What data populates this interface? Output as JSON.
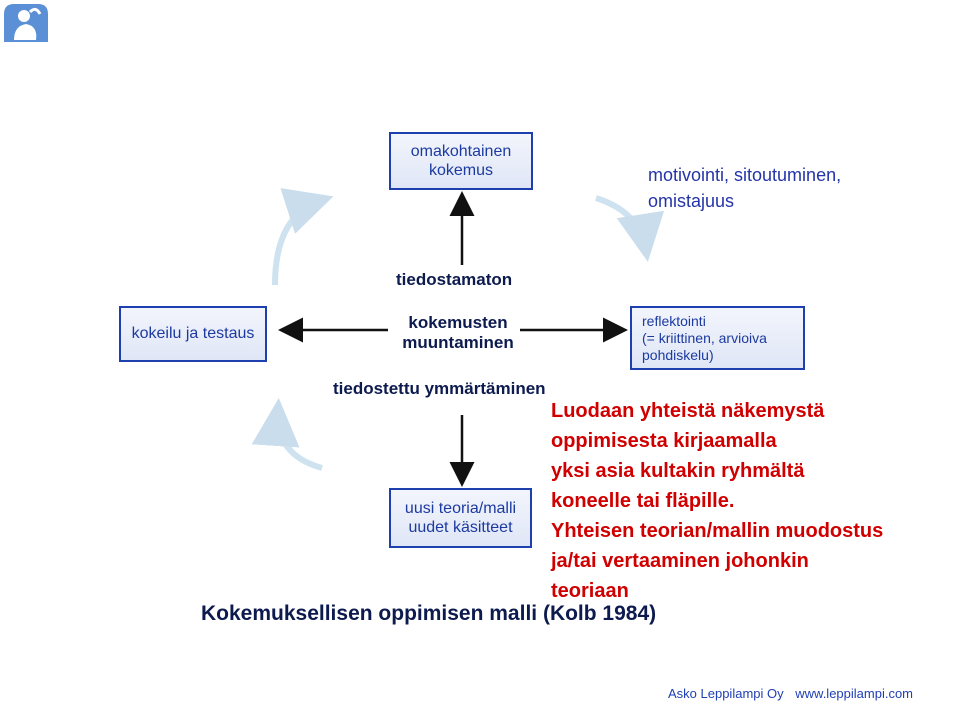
{
  "boxes": {
    "top": [
      "omakohtainen",
      "kokemus"
    ],
    "left": "kokeilu ja testaus",
    "right": [
      "reflektointi",
      "(= kriittinen, arvioiva",
      "pohdiskelu)"
    ],
    "bottom": [
      "uusi teoria/malli",
      "uudet käsitteet"
    ]
  },
  "labels": {
    "motivation": [
      "motivointi, sitoutuminen,",
      "omistajuus"
    ],
    "unconscious": "tiedostamaton",
    "transform": [
      "kokemusten",
      "muuntaminen"
    ],
    "conscious": "tiedostettu ymmärtäminen"
  },
  "note": {
    "lines": [
      "Luodaan yhteistä näkemystä",
      "oppimisesta kirjaamalla",
      "yksi asia kultakin ryhmältä",
      "koneelle tai fläpille.",
      "Yhteisen teorian/mallin muodostus",
      "ja/tai vertaaminen johonkin",
      "teoriaan"
    ]
  },
  "caption": "Kokemuksellisen oppimisen malli (Kolb 1984)",
  "footer": {
    "company": "Asko Leppilampi Oy",
    "url": "www.leppilampi.com"
  },
  "colors": {
    "box_border": "#1e3fae",
    "box_text": "#1c3aa0",
    "arc": "#cfe2ef",
    "note": "#d00000",
    "caption": "#0c1a4e",
    "footer": "#1f3fb4",
    "logo": "#5b8fd6"
  }
}
